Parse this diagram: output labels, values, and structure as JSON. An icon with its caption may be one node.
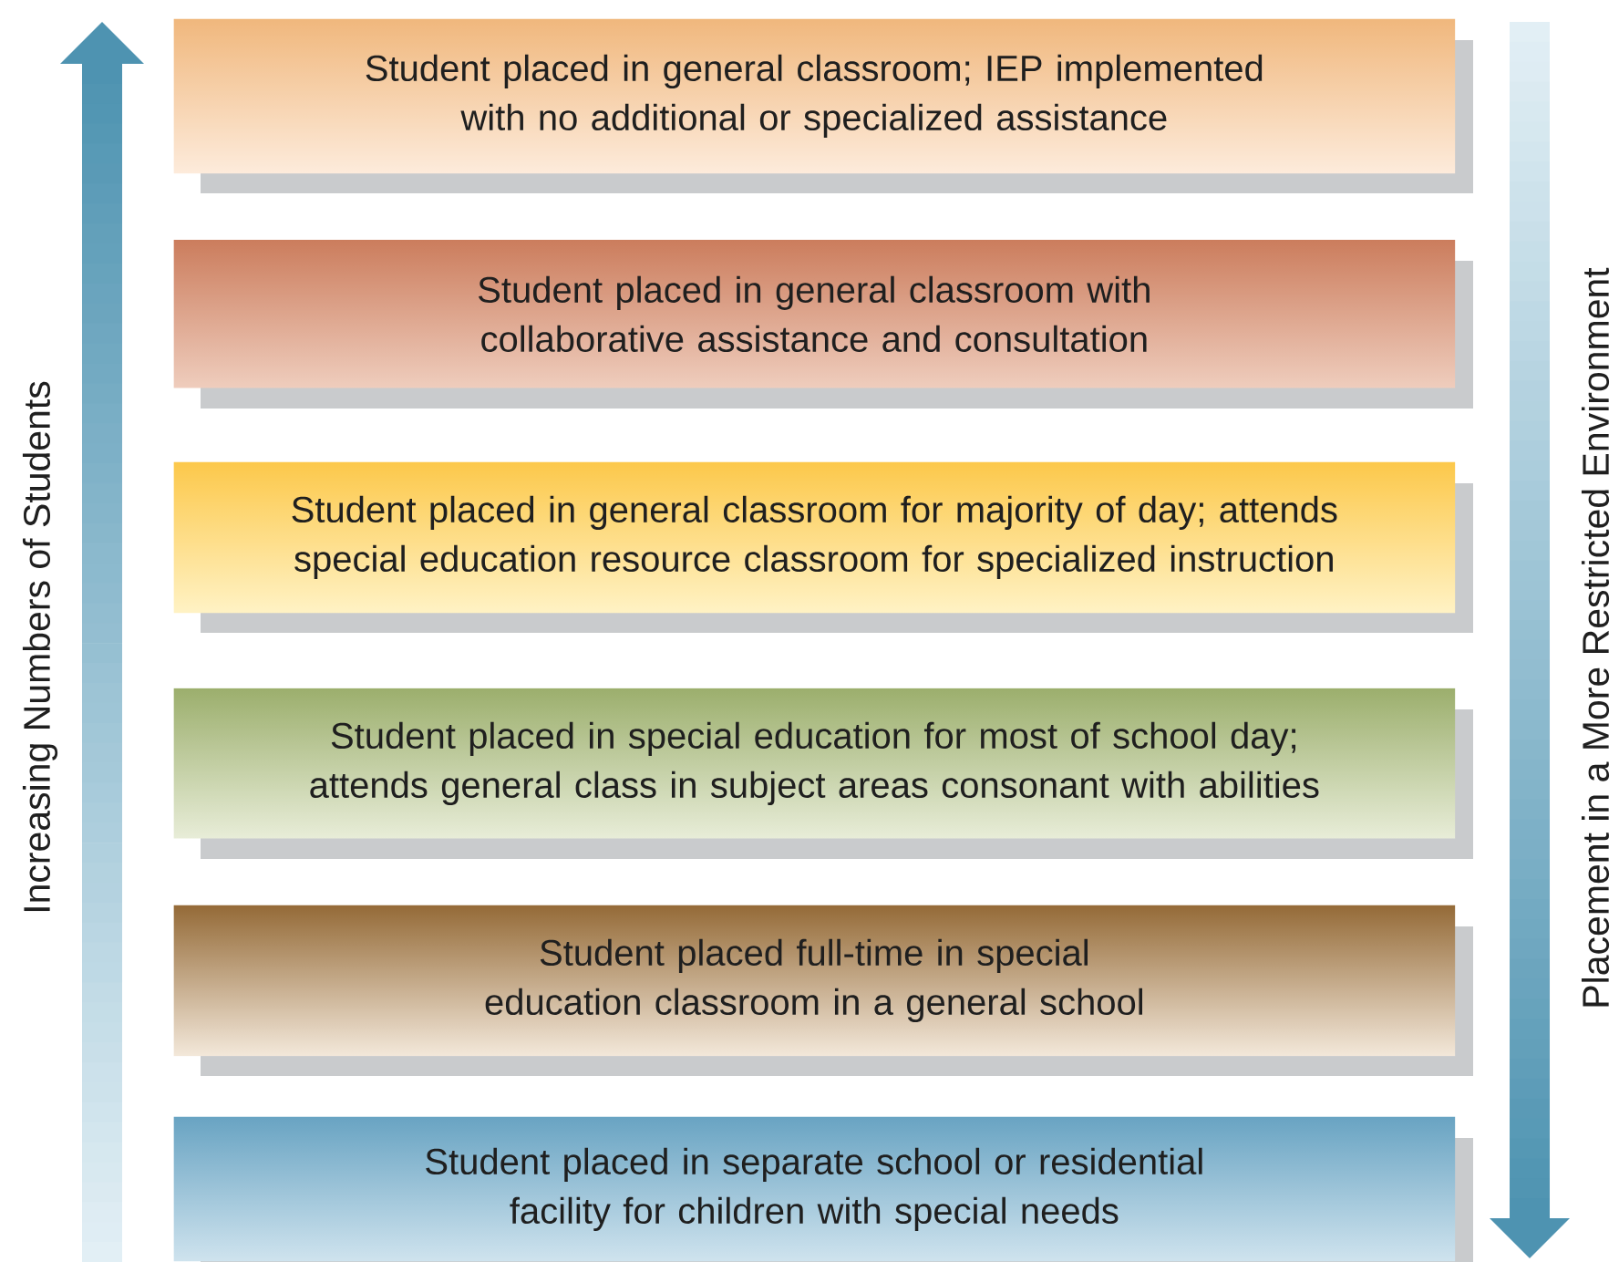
{
  "diagram": {
    "nodes": [
      {
        "text": [
          "Student placed in general classroom; IEP implemented with no additional or specialized assistance"
        ]
      },
      {
        "text": [
          "Student placed in general classroom with collaborative assistance and consultation"
        ]
      },
      {
        "text": [
          "Student placed in general classroom for majority of day; attends special education resource classroom for specialized instruction"
        ]
      },
      {
        "text": [
          "Student placed in special education for most of school day; attends general class in subject areas consonant with abilities"
        ]
      },
      {
        "text": [
          "Student placed full-time in special education classroom in a general school"
        ]
      },
      {
        "text": [
          "Student placed in separate school or residential facility for children with special needs"
        ]
      }
    ],
    "labels": [
      "Increasing Numbers of Students",
      "Placement in a More Restricted Environment"
    ]
  }
}
